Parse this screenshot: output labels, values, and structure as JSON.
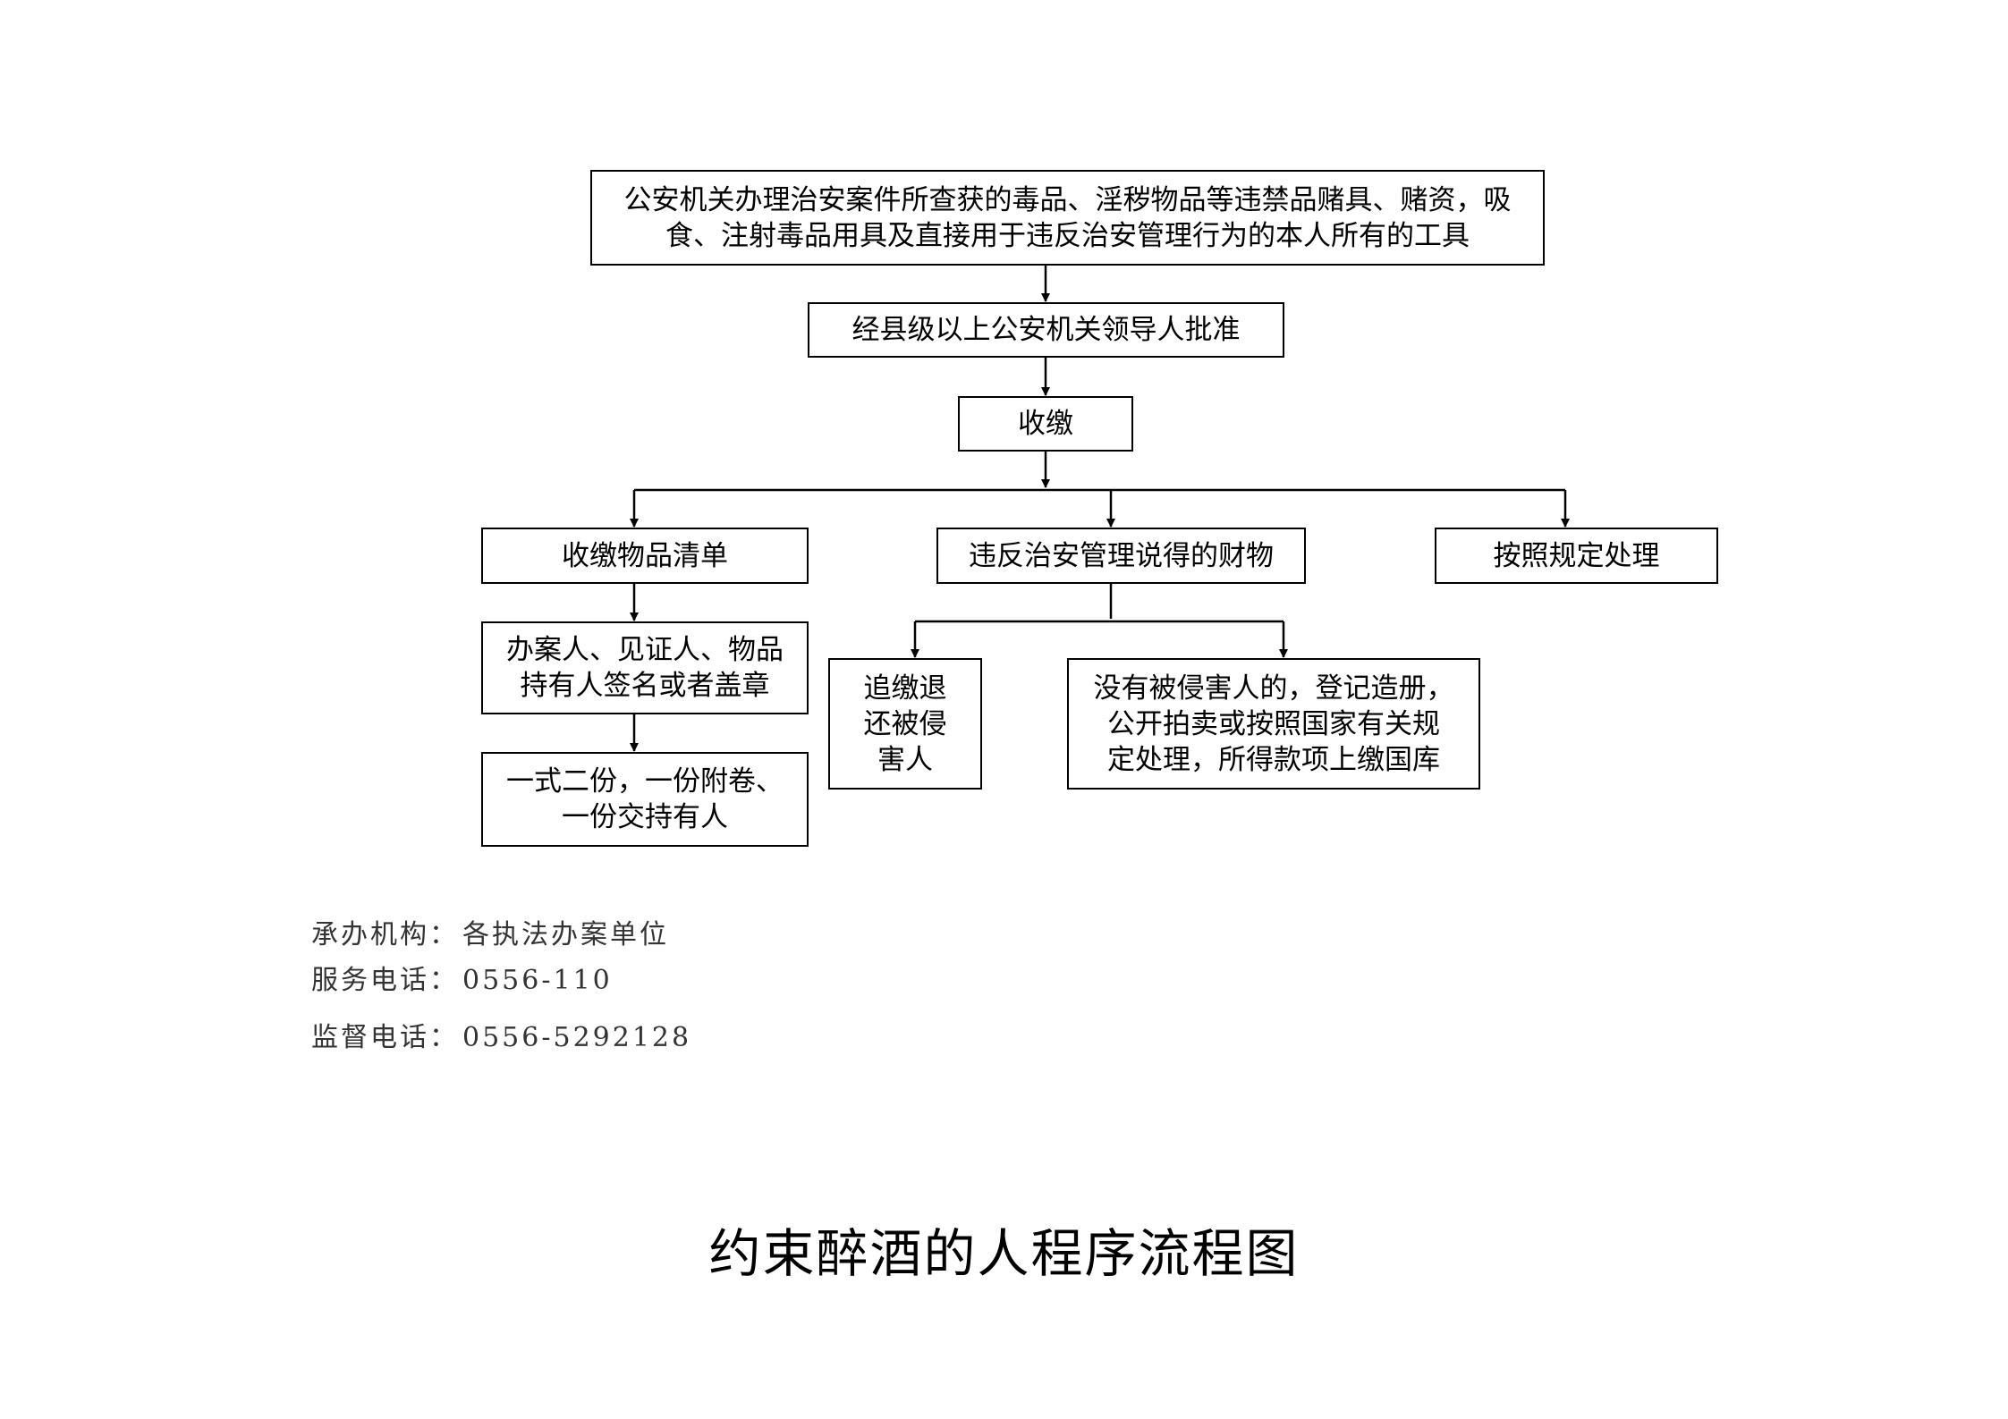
{
  "flowchart": {
    "source_items": [
      "公安机关办理治安案件所查获的毒品、淫秽物品等违禁品赌具、赌资，吸",
      "食、注射毒品用具及直接用于违反治安管理行为的本人所有的工具"
    ],
    "approval": "经县级以上公安机关领导人批准",
    "confiscate": "收缴",
    "list": "收缴物品清单",
    "illegal_gains": "违反治安管理说得的财物",
    "handle_per_rules": "按照规定处理",
    "sign": [
      "办案人、见证人、物品",
      "持有人签名或者盖章"
    ],
    "copies": [
      "一式二份，一份附卷、",
      "一份交持有人"
    ],
    "return_victim": [
      "追缴退",
      "还被侵",
      "害人"
    ],
    "no_victim": [
      "没有被侵害人的，登记造册，",
      "公开拍卖或按照国家有关规",
      "定处理，所得款项上缴国库"
    ]
  },
  "contact": {
    "org_label": "承办机构：",
    "org_value": "各执法办案单位",
    "service_label": "服务电话：",
    "service_value": "0556-110",
    "supervise_label": "监督电话：",
    "supervise_value": "0556-5292128"
  },
  "title": "约束醉酒的人程序流程图"
}
